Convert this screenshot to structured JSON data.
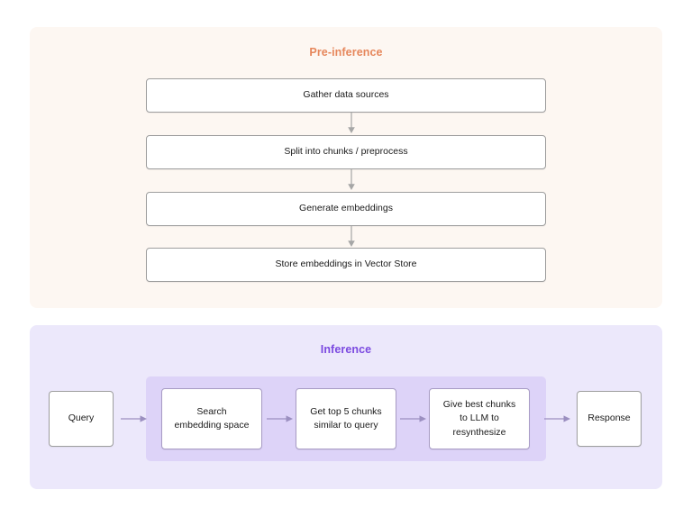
{
  "diagram": {
    "title_visible": false,
    "sections": [
      {
        "id": "pre-inference",
        "title": "Pre-inference",
        "title_color": "#e6875c",
        "panel_color": "#fdf7f2",
        "orientation": "vertical",
        "nodes": [
          {
            "id": "gather",
            "label": "Gather data sources"
          },
          {
            "id": "split",
            "label": "Split into chunks / preprocess"
          },
          {
            "id": "embed",
            "label": "Generate embeddings"
          },
          {
            "id": "store",
            "label": "Store embeddings in Vector Store"
          }
        ],
        "connectors": [
          {
            "from": "gather",
            "to": "split",
            "kind": "arrow-down"
          },
          {
            "from": "split",
            "to": "embed",
            "kind": "arrow-down"
          },
          {
            "from": "embed",
            "to": "store",
            "kind": "arrow-down"
          }
        ]
      },
      {
        "id": "inference",
        "title": "Inference",
        "title_color": "#7b49e0",
        "panel_color": "#ece8fb",
        "highlight_color": "#ddd3f8",
        "orientation": "horizontal",
        "nodes": [
          {
            "id": "query",
            "label": "Query",
            "highlighted": false
          },
          {
            "id": "search",
            "label": "Search\nembedding space",
            "highlighted": true
          },
          {
            "id": "topk",
            "label": "Get top 5 chunks\nsimilar to query",
            "highlighted": true
          },
          {
            "id": "llm",
            "label": "Give best chunks\nto LLM to\nresynthesize",
            "highlighted": true
          },
          {
            "id": "response",
            "label": "Response",
            "highlighted": false
          }
        ],
        "connectors": [
          {
            "from": "query",
            "to": "search",
            "kind": "arrow-right"
          },
          {
            "from": "search",
            "to": "topk",
            "kind": "arrow-right"
          },
          {
            "from": "topk",
            "to": "llm",
            "kind": "arrow-right"
          },
          {
            "from": "llm",
            "to": "response",
            "kind": "arrow-right"
          }
        ]
      }
    ],
    "colors": {
      "background": "#ffffff",
      "node_fill": "#ffffff",
      "node_border_pre": "#9e9e9e",
      "node_border_inf": "#a79bc4",
      "arrow_pre": "#a6a6a6",
      "arrow_inf": "#9b8fc0",
      "text": "#1a1a1a"
    }
  }
}
